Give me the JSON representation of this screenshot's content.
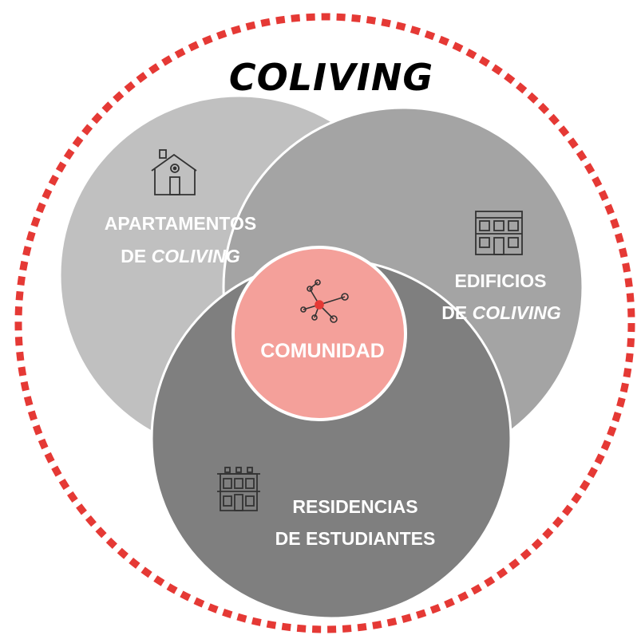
{
  "title": "COLIVING",
  "colors": {
    "dashed_border": "#e53935",
    "apartments_circle": "#c0c0c0",
    "buildings_circle": "#a4a4a4",
    "residences_circle": "#7f7f7f",
    "core_circle": "#f4a09a",
    "label_text": "#ffffff",
    "title_text": "#000000"
  },
  "segments": {
    "apartments": {
      "line1": "APARTAMENTOS",
      "line2_prefix": "DE ",
      "line2_italic": "COLIVING",
      "icon": "house-icon"
    },
    "buildings": {
      "line1": "EDIFICIOS",
      "line2_prefix": "DE ",
      "line2_italic": "COLIVING",
      "icon": "building-icon"
    },
    "residences": {
      "line1": "RESIDENCIAS",
      "line2": "DE ESTUDIANTES",
      "icon": "residence-building-icon"
    },
    "core": {
      "label": "COMUNIDAD",
      "icon": "network-icon"
    }
  }
}
